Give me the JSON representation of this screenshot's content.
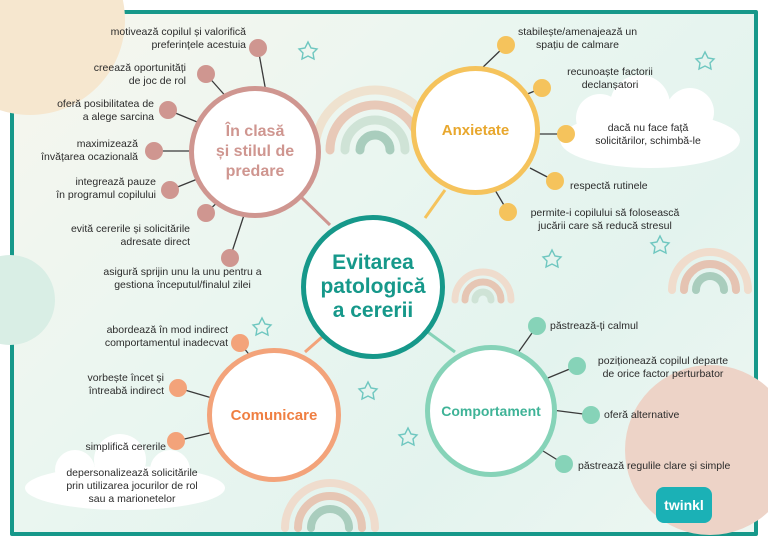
{
  "center": {
    "line1": "Evitarea",
    "line2": "patologică",
    "line3": "a cererii"
  },
  "hubs": {
    "clasa": {
      "line1": "În clasă",
      "line2": "și stilul de",
      "line3": "predare"
    },
    "anxietate": {
      "label": "Anxietate"
    },
    "comunicare": {
      "label": "Comunicare"
    },
    "comportament": {
      "label": "Comportament"
    }
  },
  "clasa_items": [
    [
      "motivează copilul și valorifică",
      "preferințele acestuia"
    ],
    [
      "creează oportunități",
      "de joc de rol"
    ],
    [
      "oferă posibilitatea de",
      "a alege sarcina"
    ],
    [
      "maximizează",
      "învățarea ocazională"
    ],
    [
      "integrează pauze",
      "în programul copilului"
    ],
    [
      "evită cererile și solicitările",
      "adresate direct"
    ],
    [
      "asigură sprijin unu la unu pentru a",
      "gestiona începutul/finalul zilei"
    ]
  ],
  "anxietate_items": [
    [
      "stabilește/amenajează un",
      "spațiu de calmare"
    ],
    [
      "recunoaște factorii",
      "declanșatori"
    ],
    [
      "dacă nu face față",
      "solicitărilor, schimbă-le"
    ],
    [
      "respectă rutinele",
      ""
    ],
    [
      "permite-i copilului să folosească",
      "jucării care să reducă stresul"
    ]
  ],
  "comunicare_items": [
    [
      "abordează în mod indirect",
      "comportamentul inadecvat"
    ],
    [
      "vorbește încet și",
      "întreabă indirect"
    ],
    [
      "simplifică cererile",
      ""
    ],
    [
      "depersonalizează solicitările",
      "prin utilizarea jocurilor de rol",
      "sau a marionetelor"
    ]
  ],
  "comportament_items": [
    [
      "păstrează-ți calmul",
      ""
    ],
    [
      "poziționează copilul departe",
      "de orice factor perturbator"
    ],
    [
      "oferă alternative",
      ""
    ],
    [
      "păstrează regulile clare și simple",
      ""
    ]
  ],
  "logo": {
    "text": "twinkl"
  },
  "colors": {
    "teal": "#16988a",
    "rose": "#cf9690",
    "yellow": "#f5c35c",
    "orange": "#f3a37a",
    "mint": "#86d3b8"
  }
}
